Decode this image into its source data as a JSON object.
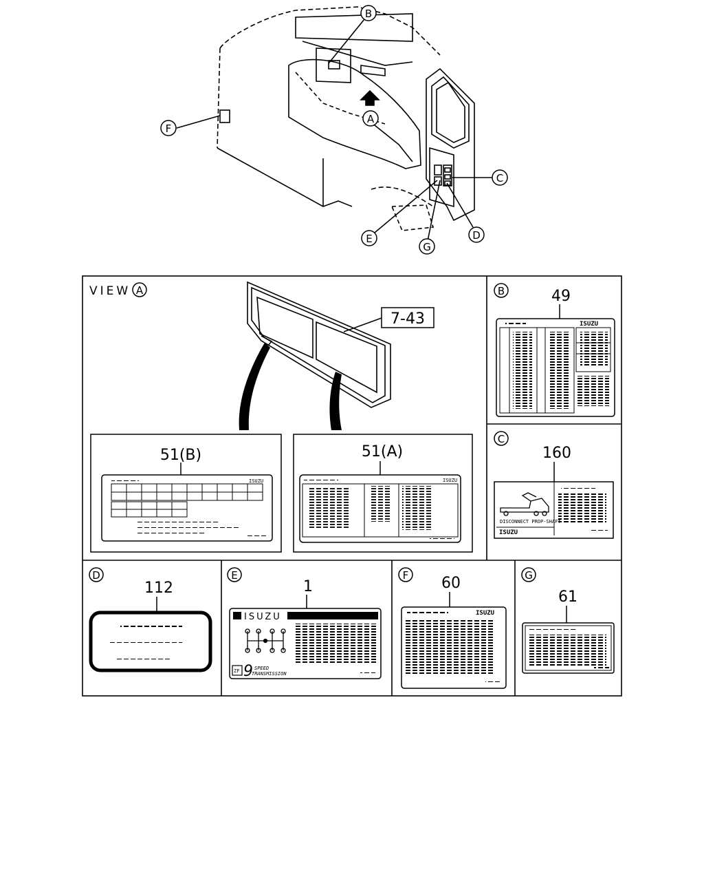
{
  "callouts": {
    "B": "B",
    "A": "A",
    "F": "F",
    "C": "C",
    "E": "E",
    "G": "G",
    "D": "D"
  },
  "view_label": "VIEW",
  "parts": {
    "sun_visor": "7-43",
    "label_51b": "51(B)",
    "label_51a": "51(A)",
    "label_49": "49",
    "label_160": "160",
    "label_112": "112",
    "label_1": "1",
    "label_60": "60",
    "label_61": "61"
  },
  "brand": "ISUZU",
  "label_160_text": "DISCONNECT PROP-SHAFT",
  "label_1_text": {
    "speed": "9",
    "line1": "SPEED",
    "line2": "TRANSMISSION",
    "logo": "ZF"
  }
}
